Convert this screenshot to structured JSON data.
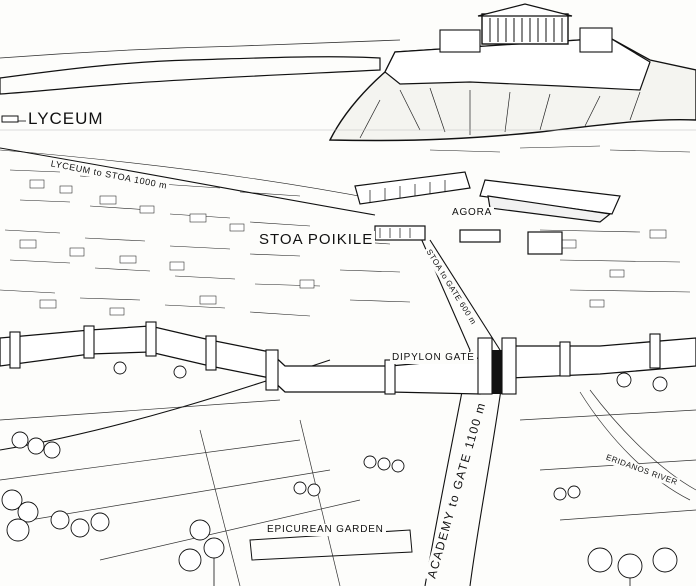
{
  "labels": {
    "lyceum": "LYCEUM",
    "lyceum_to_stoa": "LYCEUM to STOA 1000 m",
    "stoa_poikile": "STOA POIKILE",
    "agora": "AGORA",
    "stoa_to_gate": "STOA to GATE 600 m",
    "dipylon_gate": "DIPYLON GATE",
    "academy_to_gate": "ACADEMY to GATE 1100 m",
    "epicurean_garden": "EPICUREAN GARDEN",
    "eridanos_river": "ERIDANOS RIVER"
  },
  "style": {
    "ink": "#111111",
    "paper": "#fdfdfb"
  },
  "icons": [
    "acropolis-icon",
    "stoa-building-icon",
    "city-wall-icon",
    "tree-icon"
  ]
}
